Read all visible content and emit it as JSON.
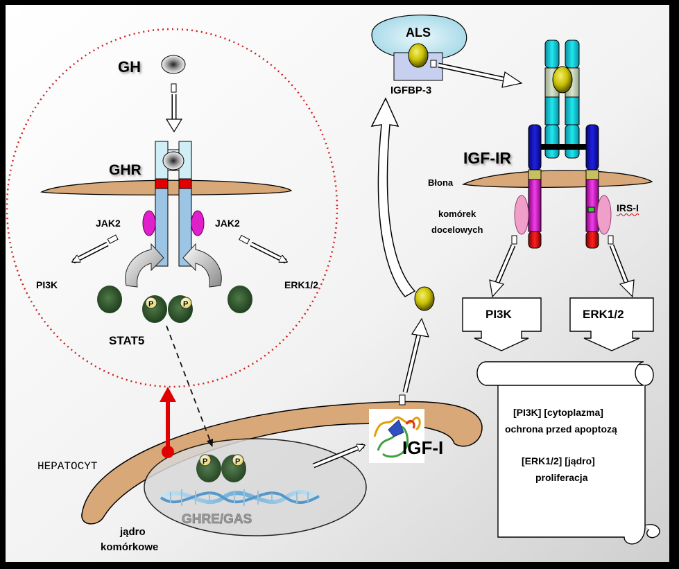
{
  "labels": {
    "gh": "GH",
    "ghr": "GHR",
    "jak2_left": "JAK2",
    "jak2_right": "JAK2",
    "pi3k_left": "PI3K",
    "erk_left": "ERK1/2",
    "stat5": "STAT5",
    "p_marker": "P",
    "hepatocyt": "HEPATOCYT",
    "jadro_line1": "jądro",
    "jadro_line2": "komórkowe",
    "ghre_gas": "GHRE/GAS",
    "igf1": "IGF-I",
    "als": "ALS",
    "igfbp3": "IGFBP-3",
    "igf_ir": "IGF-IR",
    "blona": "Błona",
    "komorek": "komórek",
    "docelowych": "docelowych",
    "irs1": "IRS-I",
    "pi3k_box": "PI3K",
    "erk_box": "ERK1/2",
    "scroll_line1": "[PI3K] [cytoplazma]",
    "scroll_line2": "ochrona przed apoptozą",
    "scroll_line3": "[ERK1/2] [jądro]",
    "scroll_line4": "proliferacja"
  },
  "colors": {
    "membrane": "#d8a878",
    "receptor_light": "#cfeef5",
    "receptor_blue": "#9cc4e4",
    "jak2": "#e020c8",
    "stat5": "#2f5a2c",
    "igf_ball": "#c8c000",
    "signal_arrow": "#e00000",
    "dotted_circle": "#d02020"
  }
}
